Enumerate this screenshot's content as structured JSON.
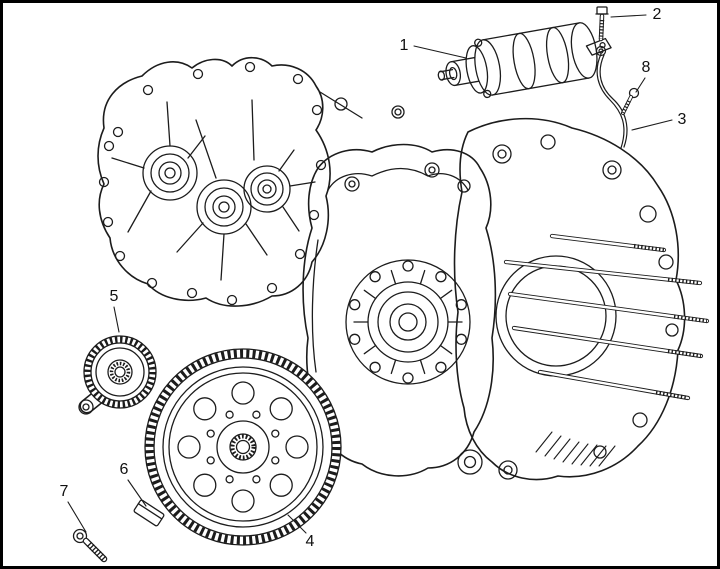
{
  "figure": {
    "type": "exploded-parts-diagram",
    "background": "#ffffff",
    "line_color": "#1c1c1c",
    "frame_color": "#000000"
  },
  "callouts": [
    {
      "label": "1"
    },
    {
      "label": "2"
    },
    {
      "label": "3"
    },
    {
      "label": "4"
    },
    {
      "label": "5"
    },
    {
      "label": "6"
    },
    {
      "label": "7"
    },
    {
      "label": "8"
    }
  ]
}
